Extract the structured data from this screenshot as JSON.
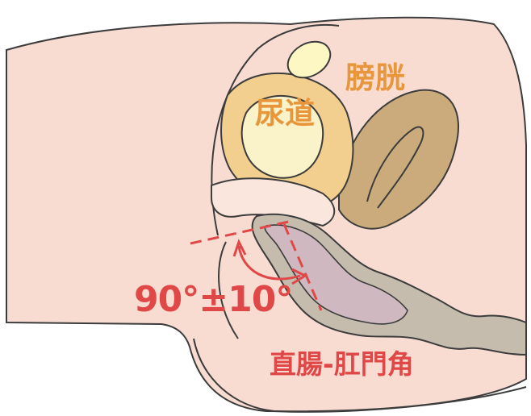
{
  "labels": {
    "bladder": "膀胱",
    "urethra": "尿道",
    "angle_value": "90°±10°",
    "anorectal_angle": "直腸-肛門角"
  },
  "colors": {
    "skin": "#f8dcd2",
    "skin_light": "#fbe6de",
    "outline": "#3c3c3c",
    "bladder_wall": "#f2cf8e",
    "bladder_inner": "#faf2c8",
    "uterus": "#cbab7c",
    "rectum": "#cfb8c0",
    "rectum_lumen": "#e2cbd2",
    "anal_tissue": "#c6bcae",
    "label_organ": "#e8963c",
    "label_angle": "#e04848"
  }
}
